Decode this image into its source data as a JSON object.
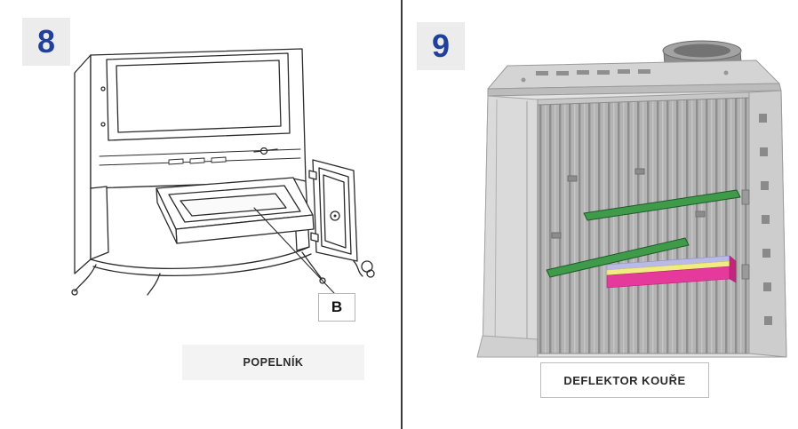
{
  "figures": [
    {
      "number": "8",
      "caption": "POPELNÍK",
      "part_label": "B"
    },
    {
      "number": "9",
      "caption": "DEFLEKTOR KOUŘE"
    }
  ],
  "colors": {
    "step_number": "#21409a",
    "badge_bg": "#ececec",
    "caption_left_bg": "#f3f3f3",
    "caption_border": "#bdbdbd",
    "line_art": "#2b2b2b",
    "deflector_green": "#3f9b49",
    "deflector_magenta": "#e5399b",
    "deflector_yellow": "#f1ec82",
    "deflector_lavender": "#b9bae8"
  }
}
